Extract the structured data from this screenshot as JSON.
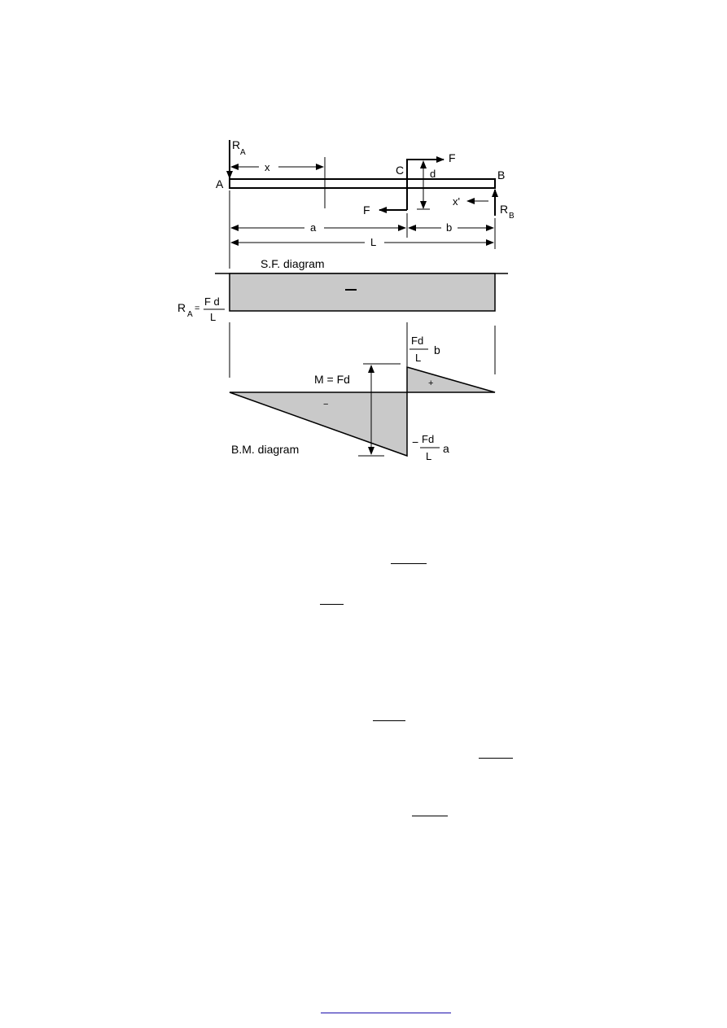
{
  "diagram": {
    "beam_labels": {
      "reaction_a": "R",
      "reaction_a_sub": "A",
      "reaction_b": "R",
      "reaction_b_sub": "B",
      "end_a": "A",
      "end_b": "B",
      "point_c": "C",
      "force_top": "F",
      "force_bottom": "F",
      "offset_d": "d",
      "dim_x": "x",
      "dim_x_prime": "x'",
      "dim_a": "a",
      "dim_b": "b",
      "dim_l": "L"
    },
    "sf_diagram": {
      "title": "S.F. diagram",
      "sign": "−",
      "ra_label": "R",
      "ra_sub": "A",
      "ra_equals": "=",
      "ra_num": "F d",
      "ra_den": "L"
    },
    "bm_diagram": {
      "title": "B.M. diagram",
      "moment_label": "M = Fd",
      "sign_negative": "−",
      "sign_positive": "+",
      "positive_num": "Fd",
      "positive_den": "L",
      "positive_mult": "b",
      "negative_prefix": "−",
      "negative_num": "Fd",
      "negative_den": "L",
      "negative_mult": "a"
    }
  },
  "colors": {
    "fill": "#c9c9c9",
    "stroke": "#000000",
    "link": "#1a0dab"
  }
}
